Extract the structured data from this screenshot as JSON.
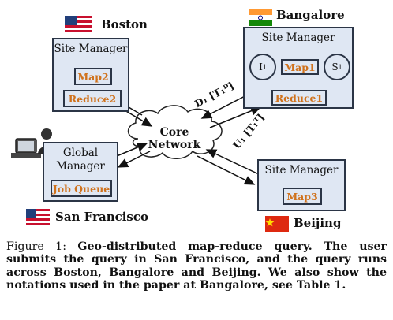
{
  "sites": {
    "boston": {
      "city": "Boston",
      "manager": "Site Manager",
      "task1": "Map2",
      "task2": "Reduce2"
    },
    "bangalore": {
      "city": "Bangalore",
      "manager": "Site Manager",
      "task1": "Map1",
      "task2": "Reduce1",
      "circle_left": "I",
      "circle_left_sub": "1",
      "circle_right": "S",
      "circle_right_sub": "1"
    },
    "beijing": {
      "city": "Beijing",
      "manager": "Site Manager",
      "task1": "Map3"
    },
    "sanfrancisco": {
      "city": "San Francisco",
      "manager_line1": "Global",
      "manager_line2": "Manager",
      "task1": "Job Queue"
    }
  },
  "core": {
    "line1": "Core",
    "line2": "Network"
  },
  "edges": {
    "down_label": "D₁ [T₁ᴰ]",
    "up_label": "U₁ [T₁ᵁ]"
  },
  "caption": {
    "prefix": "Figure 1:",
    "text": "Geo-distributed map-reduce query. The user submits the query in San Francisco, and the query runs across Boston, Bangalore and Beijing. We also show the notations used in the paper at Bangalore, see Table 1."
  }
}
